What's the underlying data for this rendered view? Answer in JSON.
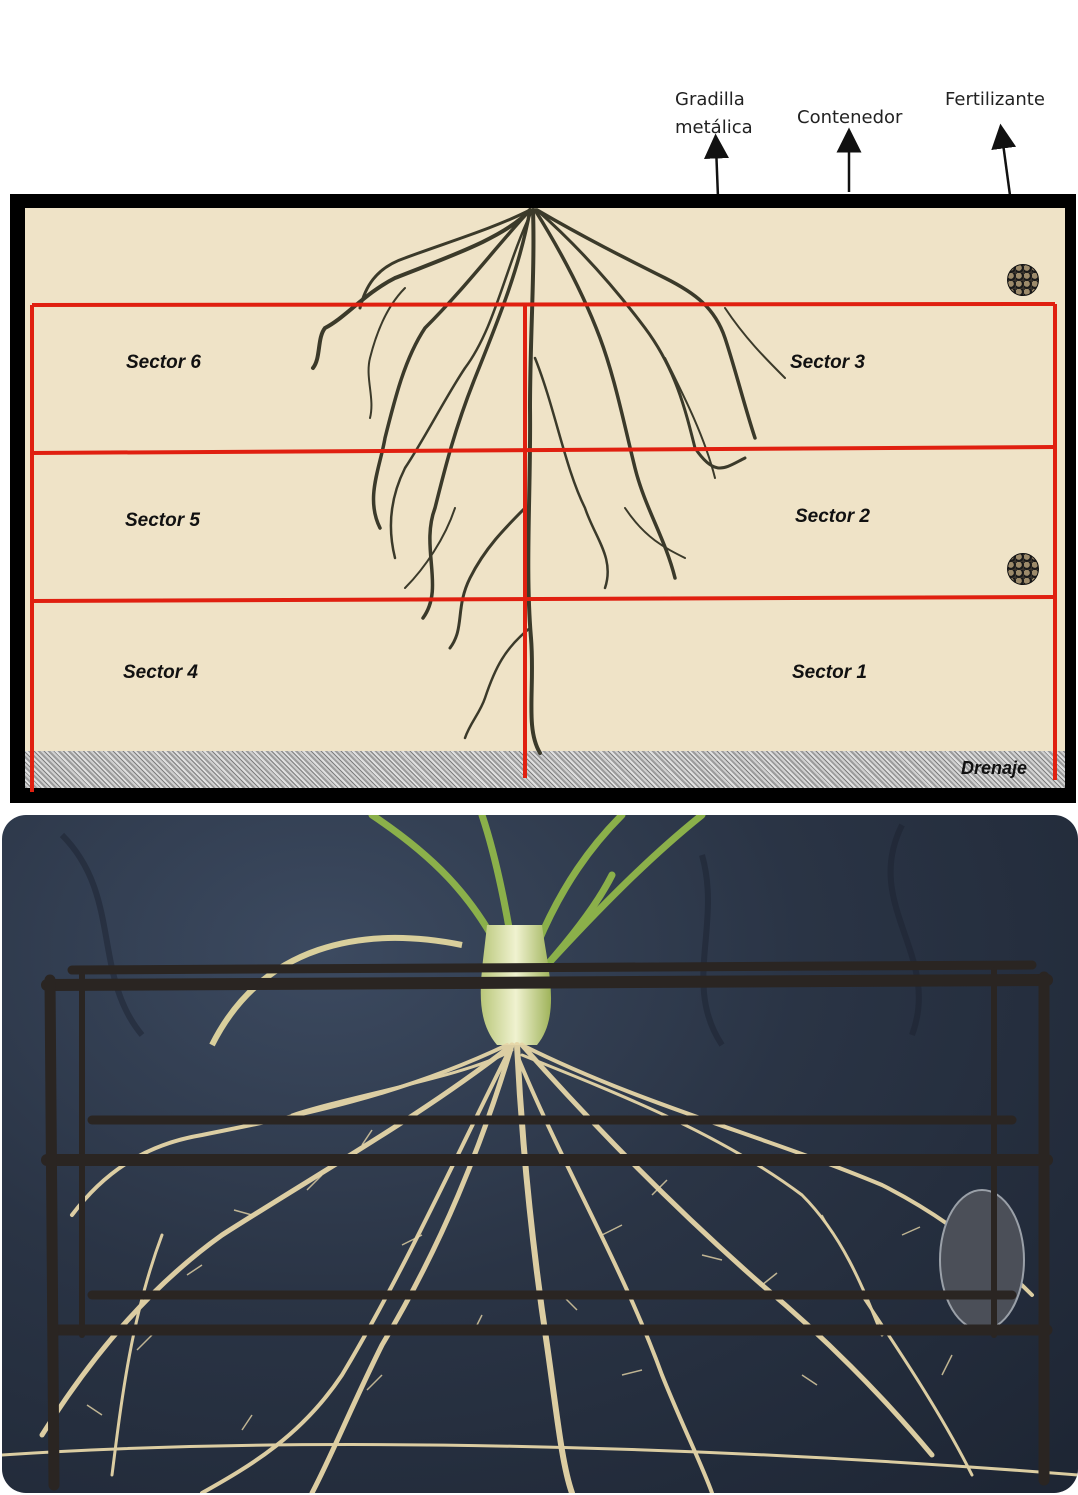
{
  "labels": {
    "gradilla": "Gradilla metálica",
    "contenedor": "Contenedor",
    "fertilizante": "Fertilizante",
    "drenaje": "Drenaje"
  },
  "sectors": [
    "Sector 6",
    "Sector 3",
    "Sector 5",
    "Sector 2",
    "Sector 4",
    "Sector 1"
  ],
  "colors": {
    "grid": "#e02010",
    "soil": "#efe3c7",
    "container": "#000000",
    "roots_diagram": "#3b3a2a",
    "roots_photo": "#e6d6a8",
    "rack_photo": "#2a2522",
    "backdrop_photo": "#2b3445"
  },
  "icons": [
    "arrow-up-icon",
    "fertilizer-bead-icon"
  ]
}
